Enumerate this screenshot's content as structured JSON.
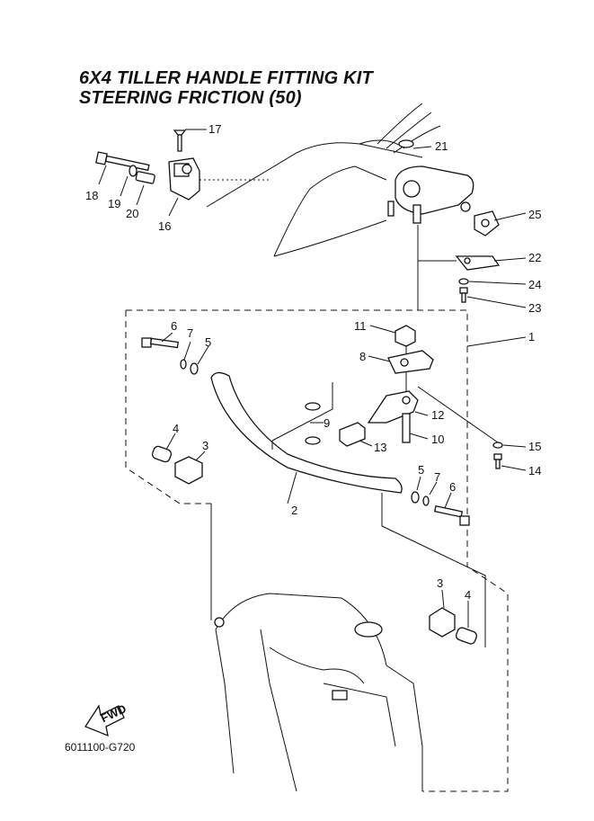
{
  "title": {
    "line1": "6X4 TILLER HANDLE FITTING KIT",
    "line2": "STEERING FRICTION (50)"
  },
  "diagram_code": "6011100-G720",
  "fwd_label": "FWD",
  "callouts": {
    "c1": "1",
    "c2": "2",
    "c3a": "3",
    "c3b": "3",
    "c4a": "4",
    "c4b": "4",
    "c5a": "5",
    "c5b": "5",
    "c6a": "6",
    "c6b": "6",
    "c7a": "7",
    "c7b": "7",
    "c8": "8",
    "c9": "9",
    "c10": "10",
    "c11": "11",
    "c12": "12",
    "c13": "13",
    "c14": "14",
    "c15": "15",
    "c16": "16",
    "c17": "17",
    "c18": "18",
    "c19": "19",
    "c20": "20",
    "c21": "21",
    "c22": "22",
    "c23": "23",
    "c24": "24",
    "c25": "25"
  },
  "icons": {
    "fwd": "fwd-arrow-icon"
  }
}
